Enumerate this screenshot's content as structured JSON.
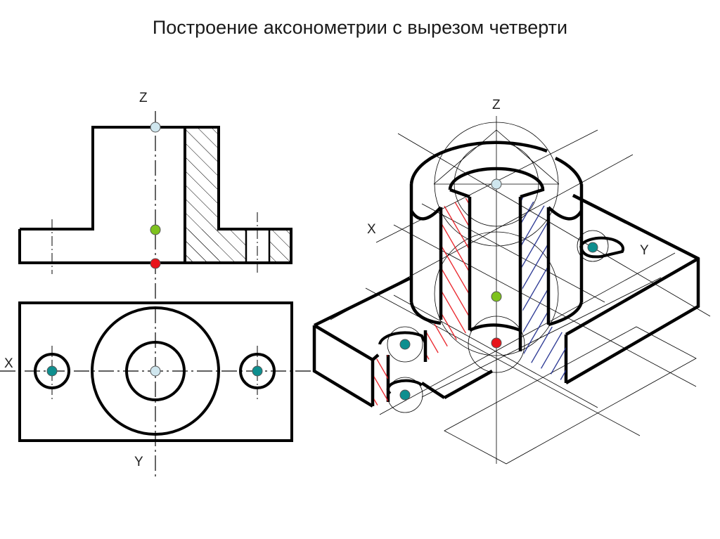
{
  "title": "Построение аксонометрии с вырезом четверти",
  "front_view": {
    "z_label": "Z"
  },
  "top_view": {
    "x_label": "X",
    "y_label": "Y"
  },
  "iso_view": {
    "z_label": "Z",
    "x_label": "X",
    "y_label": "Y"
  },
  "colors": {
    "outline": "#000000",
    "hatch_red": "#e8141b",
    "hatch_blue": "#1c2a8c",
    "point_teal": "#0e8f8f",
    "point_green": "#7ec21e",
    "point_red": "#e8141b",
    "point_lightblue": "#cfe6ee"
  }
}
